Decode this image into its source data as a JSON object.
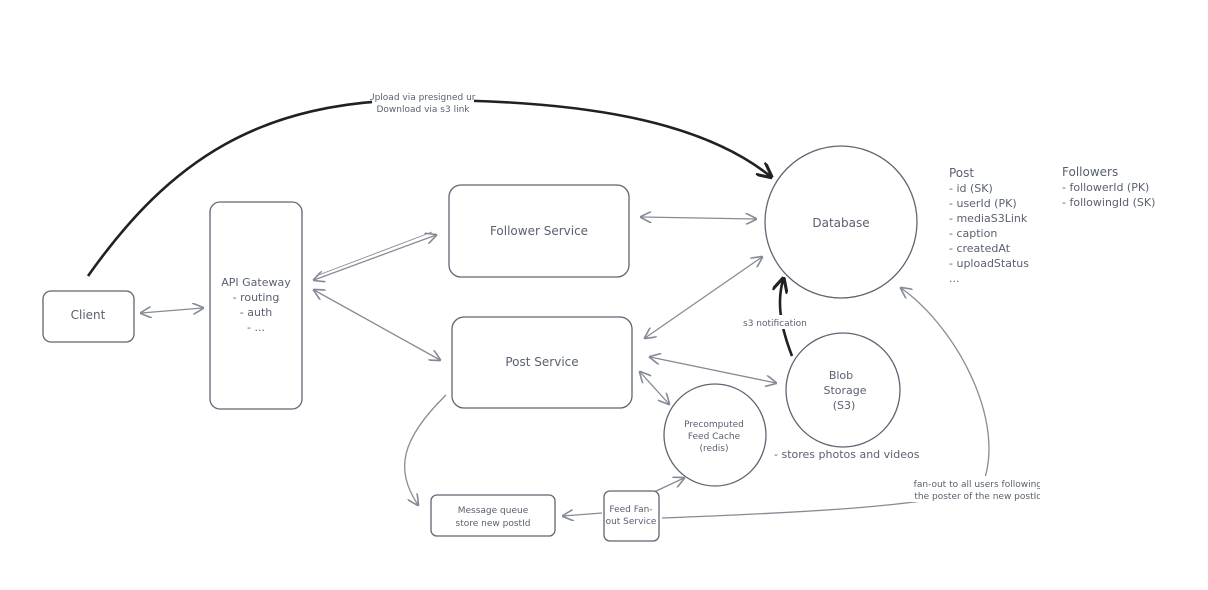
{
  "nodes": {
    "client": "Client",
    "api_gateway": {
      "title": "API Gateway",
      "lines": [
        "- routing",
        "- auth",
        "- ..."
      ]
    },
    "follower_service": "Follower Service",
    "post_service": "Post Service",
    "database": "Database",
    "blob_storage": [
      "Blob",
      "Storage",
      "(S3)"
    ],
    "feed_cache": [
      "Precomputed",
      "Feed Cache",
      "(redis)"
    ],
    "message_queue": [
      "Message queue",
      "store new postId"
    ],
    "fanout_service": [
      "Feed Fan-",
      "out Service"
    ]
  },
  "edge_labels": {
    "upload": [
      "Upload via presigned url",
      "Download via s3 link"
    ],
    "s3_notification": "s3 notification",
    "fanout_note": [
      "fan-out to all users following",
      "the poster of the new postId"
    ]
  },
  "annotations": {
    "blob_note": "- stores photos and videos",
    "post_schema": {
      "title": "Post",
      "fields": [
        "- id (SK)",
        "- userId (PK)",
        "- mediaS3Link",
        "- caption",
        "- createdAt",
        "- uploadStatus",
        "..."
      ]
    },
    "followers_schema": {
      "title": "Followers",
      "fields": [
        "- followerId (PK)",
        "- followingId (SK)"
      ]
    }
  }
}
